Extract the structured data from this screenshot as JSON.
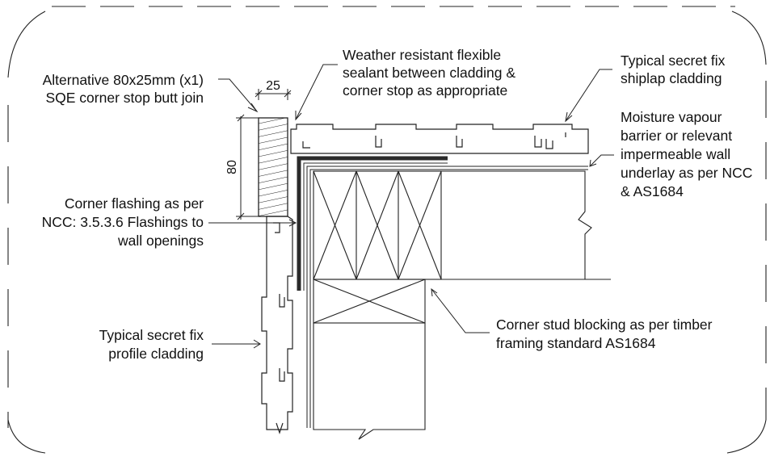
{
  "annotations": {
    "alt_corner_stop": [
      "Alternative 80x25mm (x1)",
      "SQE corner stop butt join"
    ],
    "sealant": [
      "Weather resistant flexible",
      "sealant between cladding &",
      "corner stop as appropriate"
    ],
    "shiplap": [
      "Typical secret fix",
      "shiplap cladding"
    ],
    "vapour_barrier": [
      "Moisture vapour",
      "barrier or relevant",
      "impermeable wall",
      "underlay as per NCC",
      "& AS1684"
    ],
    "flashing": [
      "Corner flashing as per",
      "NCC: 3.5.3.6 Flashings to",
      "wall openings"
    ],
    "profile_cladding": [
      "Typical secret fix",
      "profile cladding"
    ],
    "stud_blocking": [
      "Corner stud blocking as per timber",
      "framing standard AS1684"
    ]
  },
  "dimensions": {
    "width_label": "25",
    "height_label": "80"
  }
}
